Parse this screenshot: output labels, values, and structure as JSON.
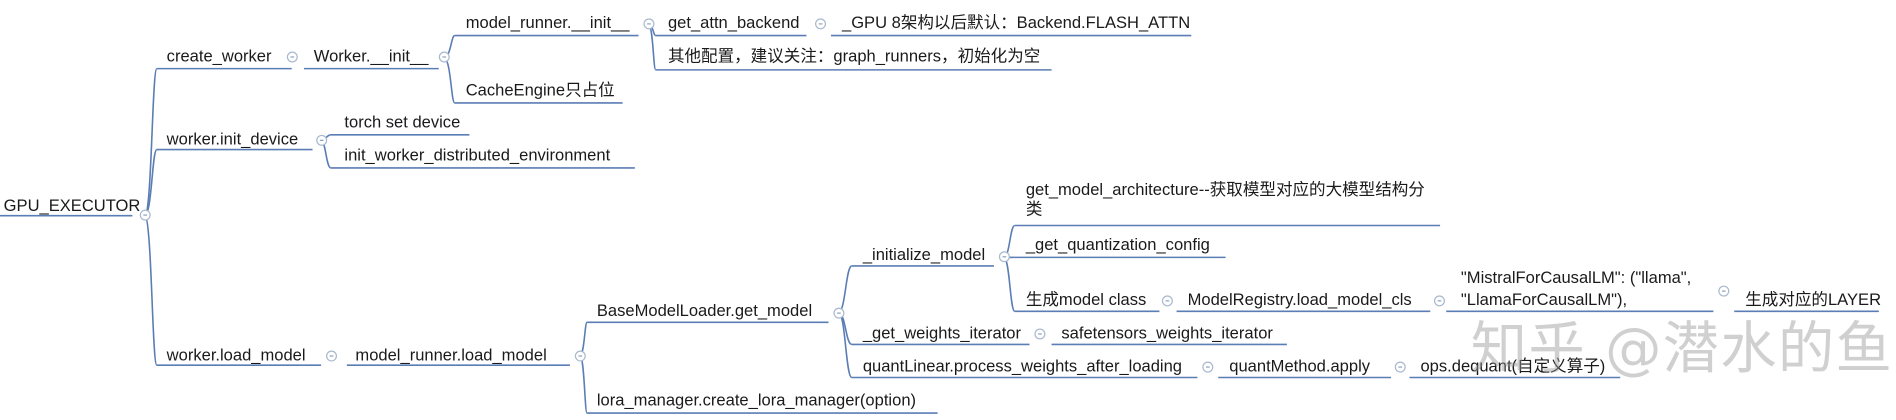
{
  "root": "GPU_EXECUTOR",
  "create_worker": {
    "label": "create_worker",
    "worker_init": "Worker.__init__",
    "model_runner_init": "model_runner.__init__",
    "get_attn_backend": "get_attn_backend",
    "gpu8_default": "_GPU 8架构以后默认：Backend.FLASH_ATTN",
    "other_config": "其他配置，建议关注：graph_runners，初始化为空",
    "cache_engine": "CacheEngine只占位"
  },
  "init_device": {
    "label": "worker.init_device",
    "torch_set_device": "torch set device",
    "init_dist_env": "init_worker_distributed_environment"
  },
  "load_model": {
    "label": "worker.load_model",
    "model_runner_load": "model_runner.load_model",
    "base_loader": "BaseModelLoader.get_model",
    "initialize_model": "_initialize_model",
    "get_model_arch": "get_model_architecture--获取模型对应的大模型结构分类",
    "get_quant_config": "_get_quantization_config",
    "gen_model_class": "生成model class",
    "registry_load": "ModelRegistry.load_model_cls",
    "mapping_line1": "\"MistralForCausalLM\": (\"llama\",",
    "mapping_line2": "\"LlamaForCausalLM\"),",
    "gen_layer": "生成对应的LAYER",
    "get_weights_iter": "_get_weights_iterator",
    "safetensors_iter": "safetensors_weights_iterator",
    "quant_linear": "quantLinear.process_weights_after_loading",
    "quant_method_apply": "quantMethod.apply",
    "ops_dequant": "ops.dequant(自定义算子)",
    "lora_manager": "lora_manager.create_lora_manager(option)"
  },
  "watermark": "知乎 @潜水的鱼",
  "colors": {
    "line": "#5b7db5",
    "connector": "#a9b9cf"
  }
}
